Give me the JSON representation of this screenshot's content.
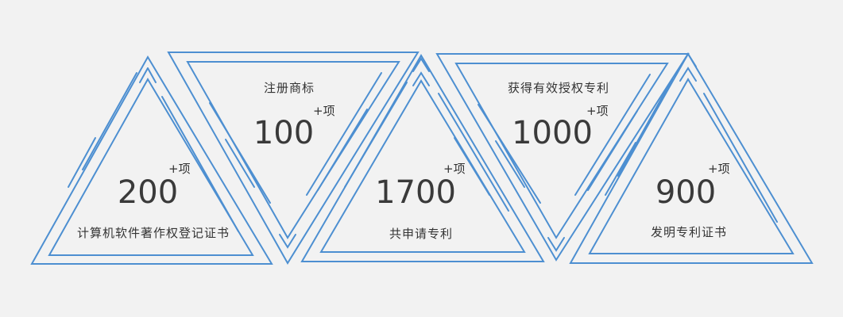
{
  "style": {
    "line_color": "#4d8fd1",
    "background": "#f2f2f2",
    "text_color": "#333333"
  },
  "stats": [
    {
      "value": "200",
      "suffix": "+项",
      "label": "计算机软件著作权登记证书"
    },
    {
      "value": "100",
      "suffix": "+项",
      "label": "注册商标"
    },
    {
      "value": "1700",
      "suffix": "+项",
      "label": "共申请专利"
    },
    {
      "value": "1000",
      "suffix": "+项",
      "label": "获得有效授权专利"
    },
    {
      "value": "900",
      "suffix": "+项",
      "label": "发明专利证书"
    }
  ]
}
